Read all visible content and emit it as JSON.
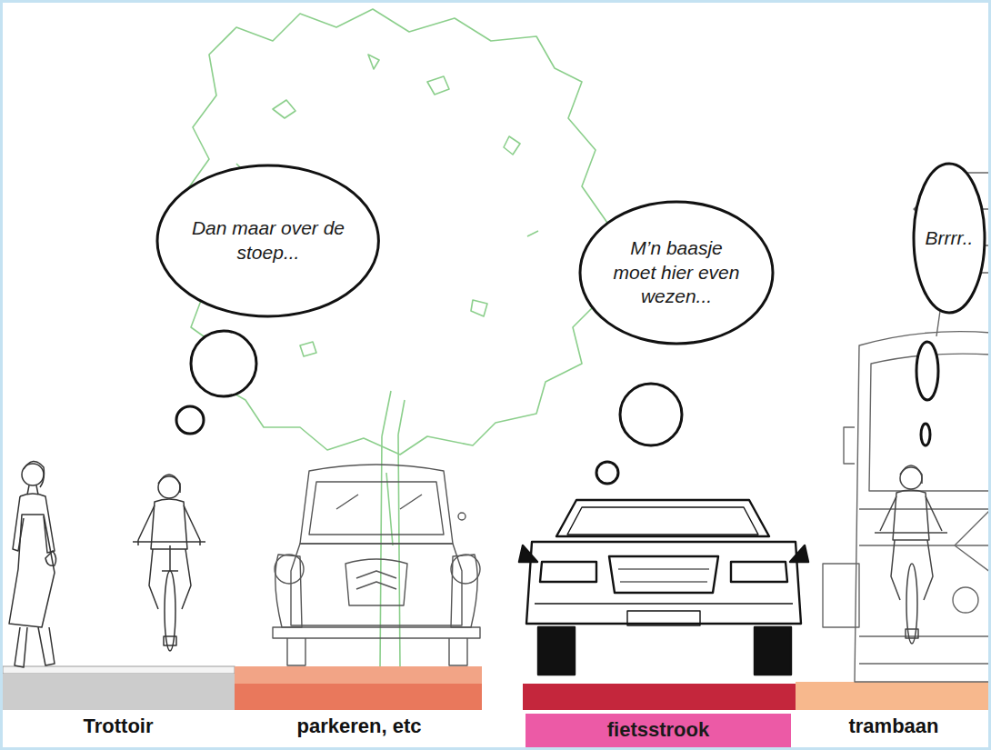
{
  "diagram": {
    "nodes": [
      {
        "text": [
          "Dan maar over de stoep..."
        ]
      },
      {
        "text": [
          "M’n baasje moet hier even wezen..."
        ]
      },
      {
        "text": [
          "Brrrr.."
        ]
      },
      {
        "text": [
          "fietsstrook"
        ]
      }
    ],
    "labels": [
      "Trottoir",
      "parkeren, etc",
      "trambaan"
    ]
  }
}
